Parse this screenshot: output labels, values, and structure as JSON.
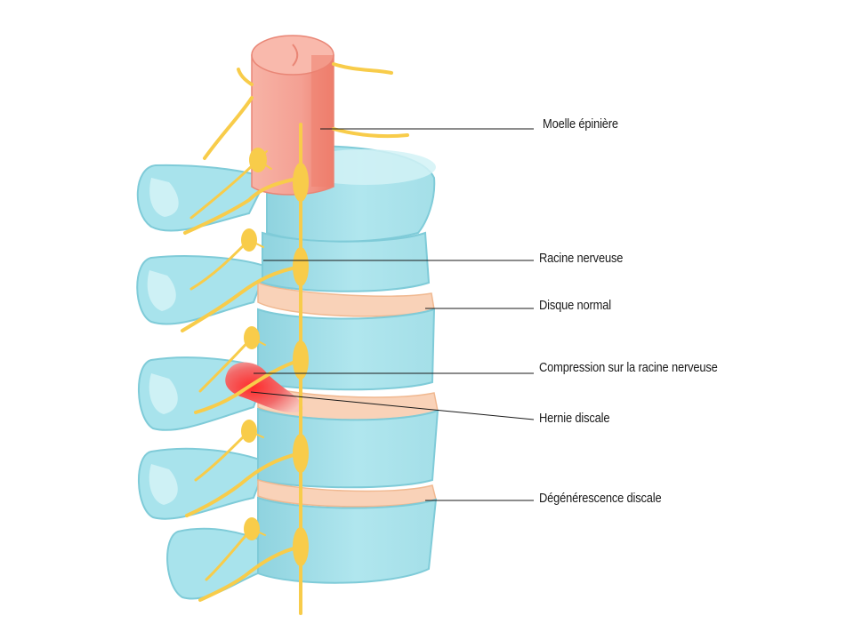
{
  "labels": {
    "spinal_cord": "Moelle épinière",
    "nerve_root": "Racine nerveuse",
    "normal_disc": "Disque normal",
    "compression": "Compression sur la racine nerveuse",
    "herniated_disc": "Hernie discale",
    "degeneration": "Dégénérescence discale"
  },
  "colors": {
    "vertebra": "#a8e3ec",
    "vertebra_dark": "#7fcbd8",
    "vertebra_light": "#d2f2f6",
    "disc": "#f9d2b8",
    "disc_edge": "#f0b890",
    "nerve": "#f8cc4a",
    "cord": "#f4a093",
    "cord_dark": "#ef7f6e",
    "hernia": "#e8202a",
    "leader": "#1a1a1a"
  }
}
